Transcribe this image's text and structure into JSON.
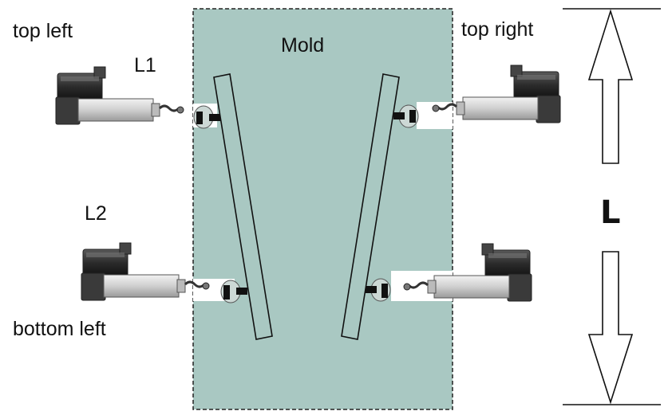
{
  "labels": {
    "mold": "Mold",
    "top_left": "top left",
    "top_right": "top right",
    "bottom_left": "bottom left",
    "l1": "L1",
    "l2": "L2",
    "length": "L"
  },
  "colors": {
    "mold_fill": "#a9c8c2",
    "outline": "#222222",
    "actuator_body": "#d8d8d8",
    "actuator_motor": "#3a3a3a",
    "background": "#ffffff"
  },
  "icons": [
    "linear-actuator-icon",
    "double-headed-arrow-icon"
  ]
}
